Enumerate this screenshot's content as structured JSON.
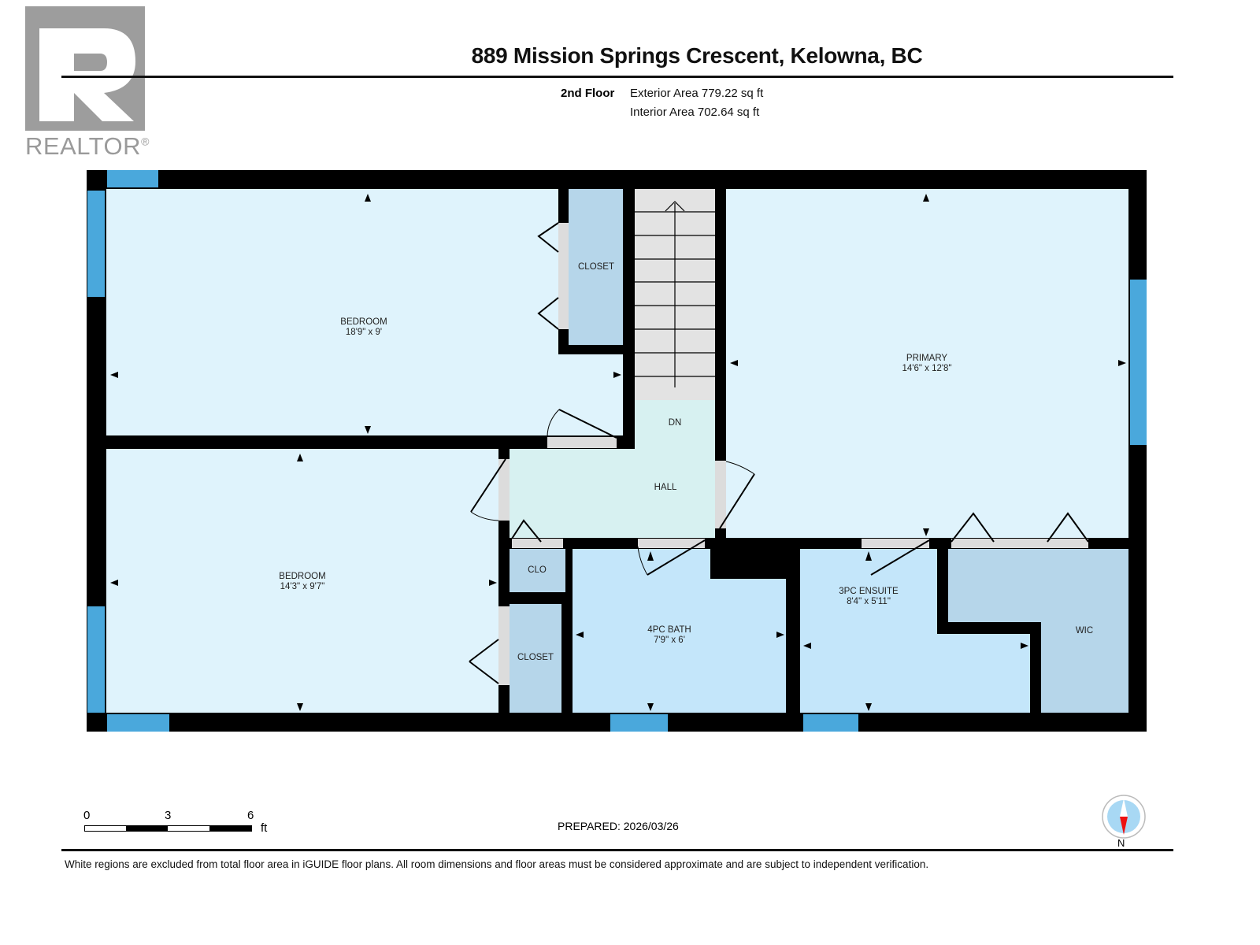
{
  "logo": {
    "text": "REALTOR",
    "registered": "®"
  },
  "header": {
    "title": "889 Mission Springs Crescent, Kelowna, BC",
    "floor": "2nd Floor",
    "exterior_area": "Exterior Area 779.22 sq ft",
    "interior_area": "Interior Area 702.64 sq ft"
  },
  "rooms": {
    "bedroom1": {
      "name": "BEDROOM",
      "dims": "18'9\" x 9'"
    },
    "closet1": {
      "name": "CLOSET"
    },
    "primary": {
      "name": "PRIMARY",
      "dims": "14'6\" x 12'8\""
    },
    "dn": {
      "name": "DN"
    },
    "hall": {
      "name": "HALL"
    },
    "bedroom2": {
      "name": "BEDROOM",
      "dims": "14'3\" x 9'7\""
    },
    "clo": {
      "name": "CLO"
    },
    "closet2": {
      "name": "CLOSET"
    },
    "bath": {
      "name": "4PC BATH",
      "dims": "7'9\" x 6'"
    },
    "ensuite": {
      "name": "3PC ENSUITE",
      "dims": "8'4\" x 5'11\""
    },
    "wic": {
      "name": "WIC"
    }
  },
  "colors": {
    "wall": "#000000",
    "bedroom": "#dff3fc",
    "closet": "#b6d6ea",
    "bath": "#c4e6fa",
    "hall": "#d7f1f1",
    "stairs": "#e3e3e3",
    "window": "#4aa8dc",
    "door_opening": "#dcdcdc"
  },
  "scale": {
    "ticks": [
      "0",
      "3",
      "6"
    ],
    "unit": "ft"
  },
  "prepared": "PREPARED: 2026/03/26",
  "compass": {
    "label": "N"
  },
  "footer": {
    "disclaimer": "White regions are excluded from total floor area in iGUIDE floor plans. All room dimensions and floor areas must be considered approximate and are subject to independent verification."
  }
}
